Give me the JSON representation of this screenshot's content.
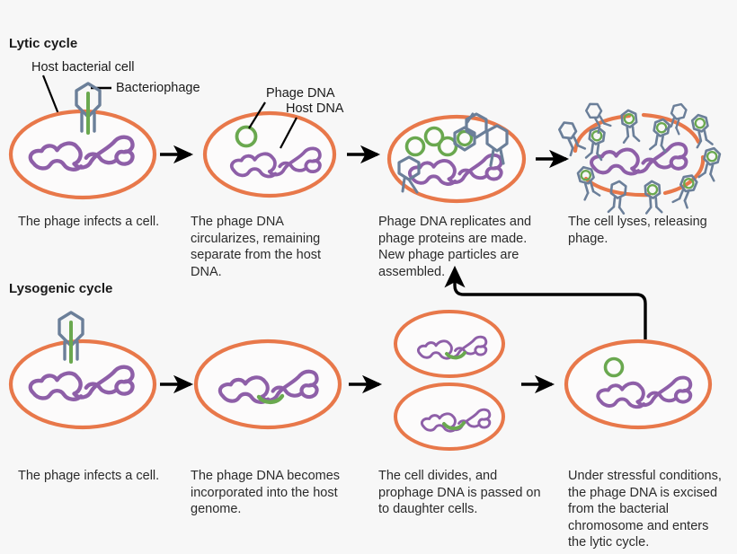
{
  "figure": {
    "background_color": "#f7f7f7",
    "sections": [
      {
        "id": "lytic",
        "title": "Lytic cycle"
      },
      {
        "id": "lysogenic",
        "title": "Lysogenic cycle"
      }
    ],
    "callouts": [
      {
        "id": "host-bacterial-cell",
        "label": "Host bacterial cell"
      },
      {
        "id": "bacteriophage",
        "label": "Bacteriophage"
      },
      {
        "id": "phage-dna",
        "label": "Phage DNA"
      },
      {
        "id": "host-dna",
        "label": "Host DNA"
      }
    ],
    "lytic_steps": [
      {
        "id": "lytic-step-1",
        "caption": "The phage infects a cell."
      },
      {
        "id": "lytic-step-2",
        "caption": "The phage DNA circularizes, remaining separate from the host DNA."
      },
      {
        "id": "lytic-step-3",
        "caption": "Phage DNA replicates and phage proteins are made. New phage particles are assembled."
      },
      {
        "id": "lytic-step-4",
        "caption": "The cell lyses, releasing phage."
      }
    ],
    "lysogenic_steps": [
      {
        "id": "lysogenic-step-1",
        "caption": "The phage infects a cell."
      },
      {
        "id": "lysogenic-step-2",
        "caption": "The phage DNA becomes incorporated into the host genome."
      },
      {
        "id": "lysogenic-step-3",
        "caption": "The cell divides, and prophage DNA is passed on to daughter cells."
      },
      {
        "id": "lysogenic-step-4",
        "caption": "Under stressful conditions, the phage DNA is excised from the bacterial chromosome and enters the lytic cycle."
      }
    ],
    "colors": {
      "cell_membrane": "#e8784a",
      "host_dna": "#8e5fa8",
      "phage_dna": "#6aa84f",
      "phage_capsid": "#6b7f99",
      "arrow": "#000000",
      "text": "#2b2b2b"
    },
    "counts": {
      "lytic_step3_phage_dna_circles": 5,
      "lytic_step3_capsids": 3,
      "lytic_step4_released_phages": 12,
      "lysogenic_step3_daughter_cells": 2
    }
  }
}
